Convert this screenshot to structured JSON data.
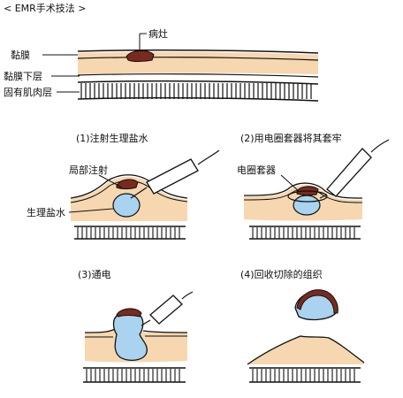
{
  "header": {
    "title": "< EMR手术技法 >"
  },
  "top_diagram": {
    "lesion": "病灶",
    "mucosa": "黏膜",
    "submucosa": "黏膜下层",
    "muscularis": "固有肌肉层"
  },
  "steps": [
    {
      "caption": "(1)注射生理盐水",
      "labels": {
        "local_injection": "局部注射",
        "saline": "生理盐水"
      }
    },
    {
      "caption": "(2)用电圈套器将其套牢",
      "labels": {
        "snare": "电圈套器"
      }
    },
    {
      "caption": "(3)通电"
    },
    {
      "caption": "(4)回收切除的组织"
    }
  ],
  "colors": {
    "mucosa": "#f6d7b0",
    "saline": "#a9d3ee",
    "lesion": "#7a2a1c",
    "outline": "#111111"
  }
}
